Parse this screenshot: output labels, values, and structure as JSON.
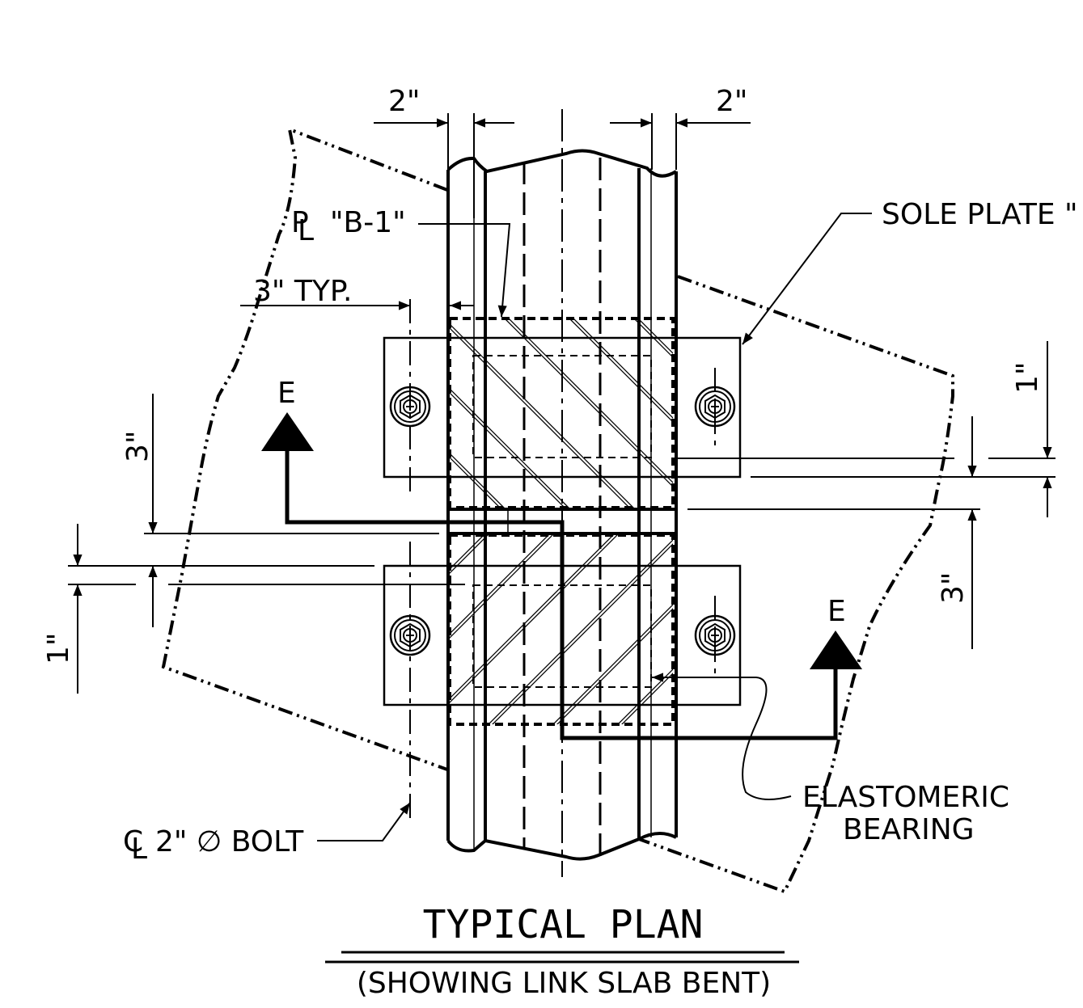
{
  "drawing": {
    "title": "TYPICAL PLAN",
    "subtitle": "(SHOWING LINK SLAB BENT)",
    "labels": {
      "dim_2in_left": "2\"",
      "dim_2in_right": "2\"",
      "plate_b1": "\"B-1\"",
      "pl_symbol_top": "P",
      "pl_symbol_bottom": "L",
      "typ_3in": "3\" TYP.",
      "sole_plate": "SOLE PLATE \"",
      "dim_1in_right": "1\"",
      "dim_3in_left": "3\"",
      "section_e_left": "E",
      "section_e_right": "E",
      "dim_3in_right": "3\"",
      "dim_1in_left": "1\"",
      "elastomeric_line1": "ELASTOMERIC",
      "elastomeric_line2": "BEARING",
      "bolt_label": "2\" ∅ BOLT",
      "centerline_c": "C",
      "centerline_l": "L"
    }
  }
}
